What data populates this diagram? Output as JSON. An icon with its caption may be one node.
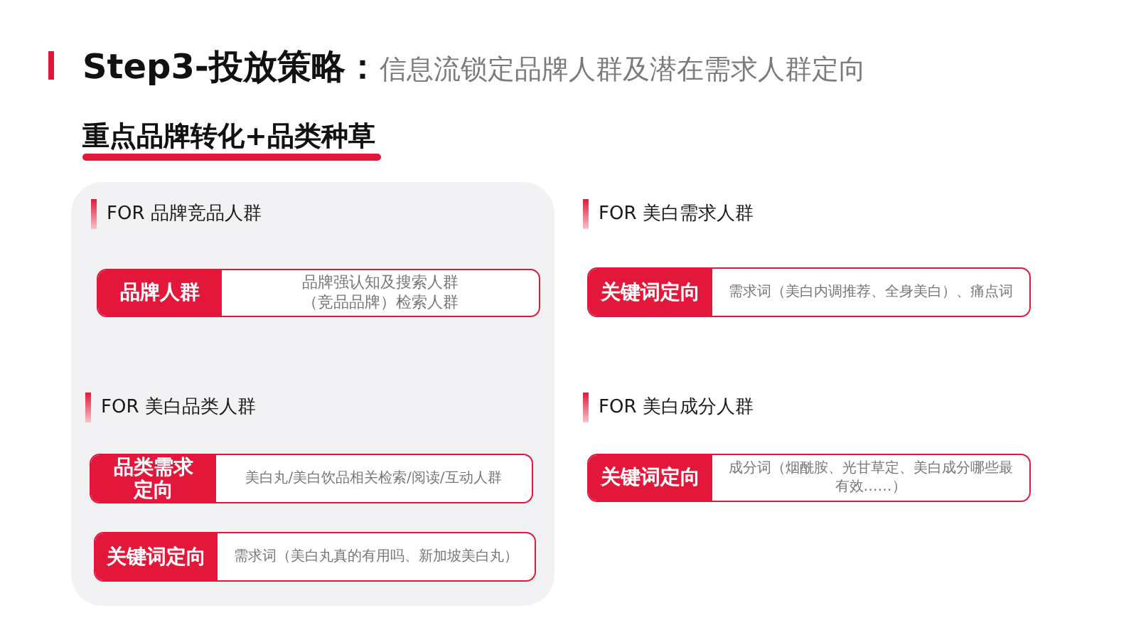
{
  "diagram": {
    "title": "**Step3-投放策略：**信息流锁定品牌人群及潜在需求人群定向",
    "nodes": [
      {
        "text": [],
        "shape": "box"
      },
      {
        "text": [
          "品牌人群",
          "品牌强认知及搜索人群",
          "（竞品品牌）检索人群"
        ],
        "in": 0
      },
      {
        "text": [
          "品类需求定向",
          "美白丸/美白饮品相关检索/阅读/互动人群"
        ],
        "in": 0
      },
      {
        "text": [
          "关键词定向",
          "需求词（美白丸真的有用吗、新加坡美白丸）"
        ],
        "in": 0
      },
      {
        "text": [
          "关键词定向",
          "需求词（美白内调推荐、全身美白）、痛点词"
        ]
      },
      {
        "text": [
          "关键词定向",
          "成分词（烟酰胺、光甘草定、美白成分哪些最有效……）"
        ]
      }
    ],
    "labels": [
      "重点品牌转化+品类种草",
      "FOR 品牌竞品人群",
      "FOR 美白品类人群",
      "FOR 美白需求人群",
      "FOR 美白成分人群"
    ]
  }
}
